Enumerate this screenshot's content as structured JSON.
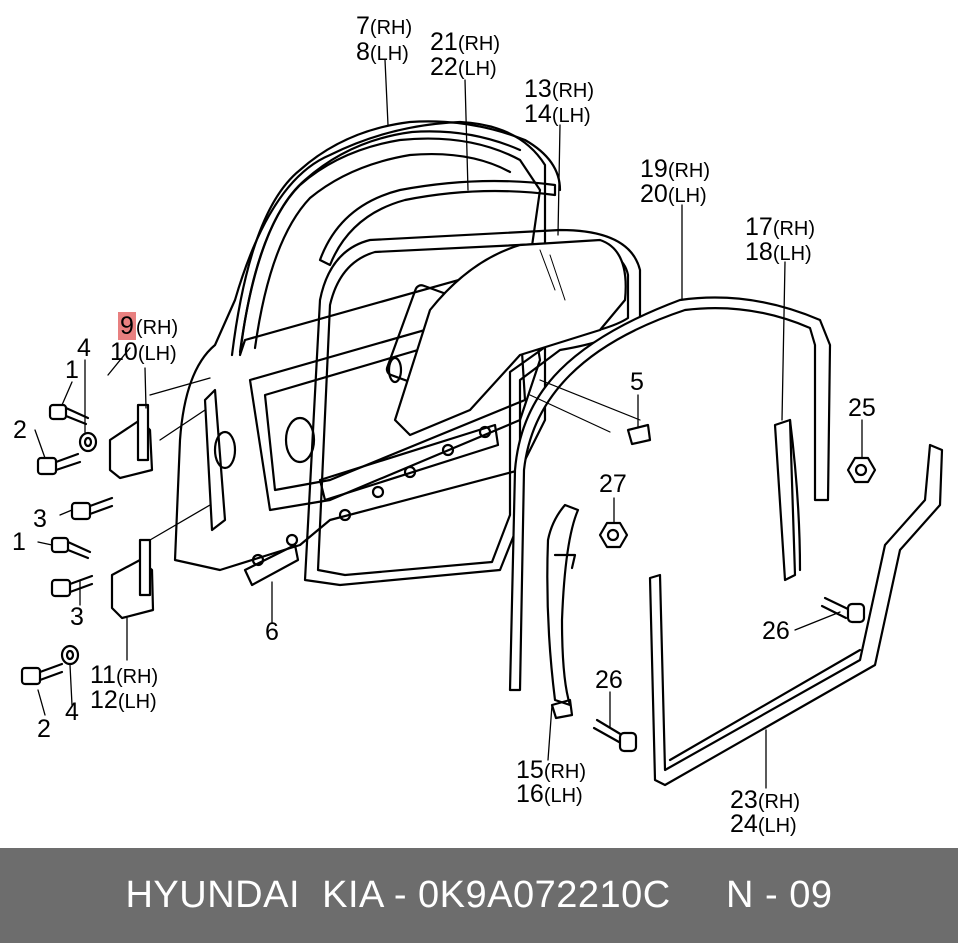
{
  "labels": {
    "l1a": "1",
    "l1b": "1",
    "l2a": "2",
    "l2b": "2",
    "l3a": "3",
    "l3b": "3",
    "l4a": "4",
    "l4b": "4",
    "l5": "5",
    "l6": "6",
    "l7": "7",
    "l7s": "(RH)",
    "l8": "8",
    "l8s": "(LH)",
    "l9": "9",
    "l9s": "(RH)",
    "l10": "10",
    "l10s": "(LH)",
    "l11": "11",
    "l11s": "(RH)",
    "l12": "12",
    "l12s": "(LH)",
    "l13": "13",
    "l13s": "(RH)",
    "l14": "14",
    "l14s": "(LH)",
    "l15": "15",
    "l15s": "(RH)",
    "l16": "16",
    "l16s": "(LH)",
    "l17": "17",
    "l17s": "(RH)",
    "l18": "18",
    "l18s": "(LH)",
    "l19": "19",
    "l19s": "(RH)",
    "l20": "20",
    "l20s": "(LH)",
    "l21": "21",
    "l21s": "(RH)",
    "l22": "22",
    "l22s": "(LH)",
    "l23": "23",
    "l23s": "(RH)",
    "l24": "24",
    "l24s": "(LH)",
    "l25": "25",
    "l26a": "26",
    "l26b": "26",
    "l27": "27"
  },
  "footer": {
    "text": "HYUNDAI  KIA - 0K9A072210C     N - 09"
  },
  "colors": {
    "highlight": "#e88080",
    "footer_bg": "#6d6d6d",
    "footer_text": "#ffffff"
  }
}
